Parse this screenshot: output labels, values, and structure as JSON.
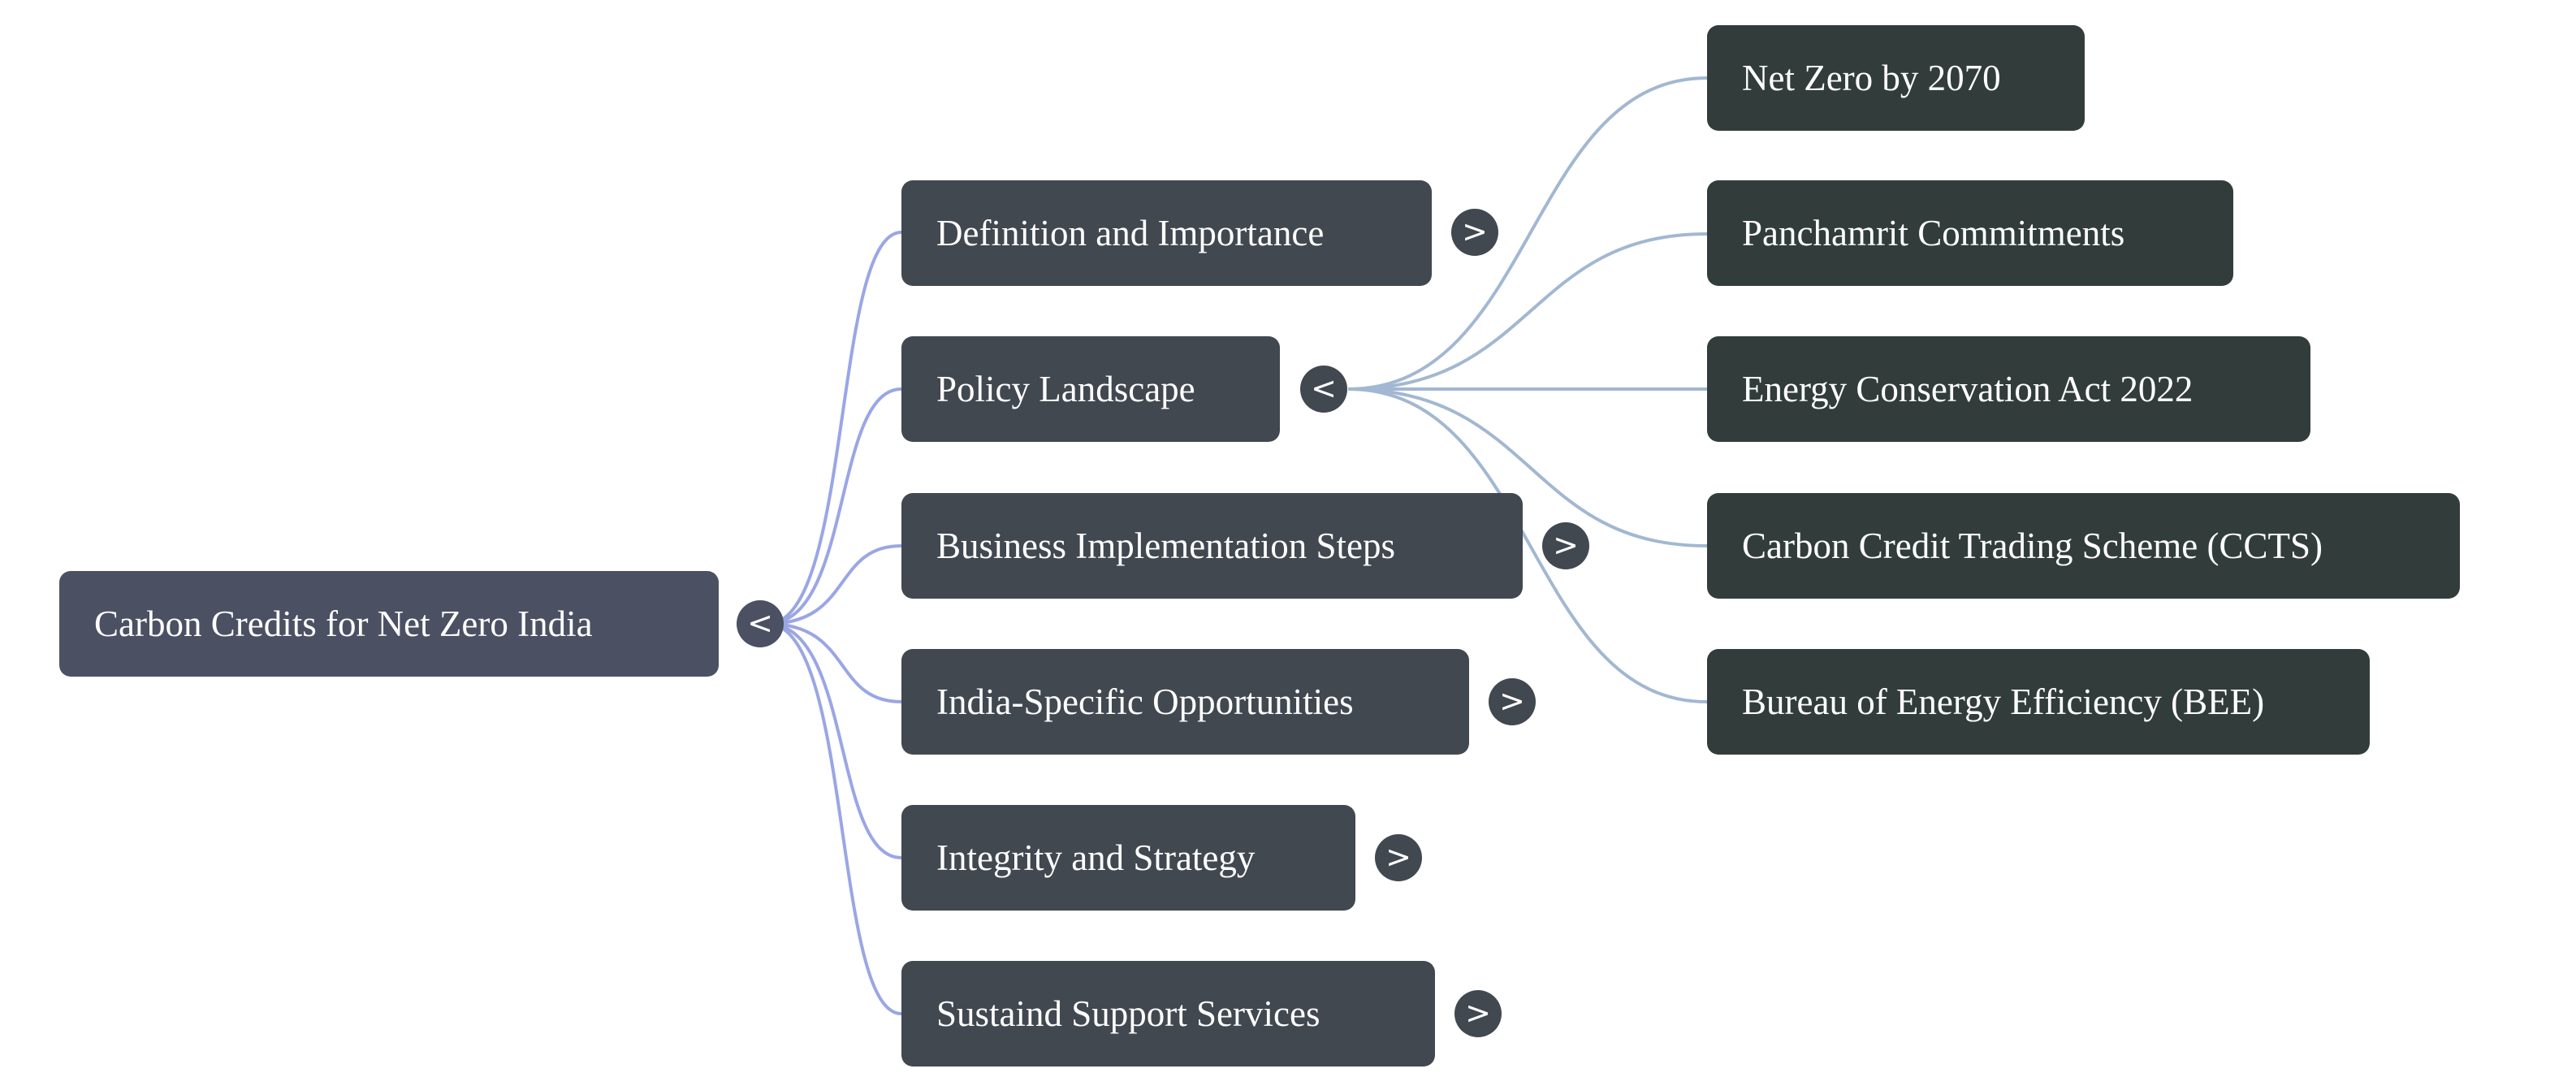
{
  "mindmap": {
    "root": {
      "label": "Carbon Credits for Net Zero India",
      "toggle": "<"
    },
    "branches": [
      {
        "label": "Definition and Importance",
        "toggle": ">"
      },
      {
        "label": "Policy Landscape",
        "toggle": "<",
        "children": [
          {
            "label": "Net Zero by 2070"
          },
          {
            "label": "Panchamrit Commitments"
          },
          {
            "label": "Energy Conservation Act 2022"
          },
          {
            "label": "Carbon Credit Trading Scheme (CCTS)"
          },
          {
            "label": "Bureau of Energy Efficiency (BEE)"
          }
        ]
      },
      {
        "label": "Business Implementation Steps",
        "toggle": ">"
      },
      {
        "label": "India-Specific Opportunities",
        "toggle": ">"
      },
      {
        "label": "Integrity and Strategy",
        "toggle": ">"
      },
      {
        "label": "Sustaind Support Services",
        "toggle": ">"
      }
    ]
  },
  "colors": {
    "root_fill": "#4b5063",
    "branch_fill": "#414850",
    "leaf_fill": "#323d3b",
    "root_link": "#9aa6e4",
    "branch_link": "#a2b7d1"
  }
}
